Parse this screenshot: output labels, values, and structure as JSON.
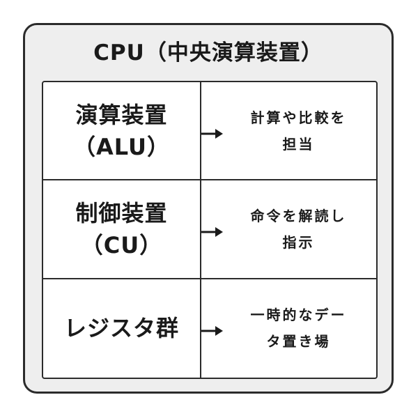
{
  "title": "CPU（中央演算装置）",
  "rows": [
    {
      "unit_line1": "演算装置",
      "unit_line2": "（ALU）",
      "desc_line1": "計算や比較を",
      "desc_line2": "担当"
    },
    {
      "unit_line1": "制御装置",
      "unit_line2": "（CU）",
      "desc_line1": "命令を解読し",
      "desc_line2": "指示"
    },
    {
      "unit_line1": "レジスタ群",
      "unit_line2": "",
      "desc_line1": "一時的なデー",
      "desc_line2": "タ置き場"
    }
  ],
  "icons": {
    "arrow": "arrow-right-icon"
  },
  "colors": {
    "frame": "#2b2b2b",
    "outer_bg": "#eeeeee",
    "table_bg": "#ffffff"
  }
}
